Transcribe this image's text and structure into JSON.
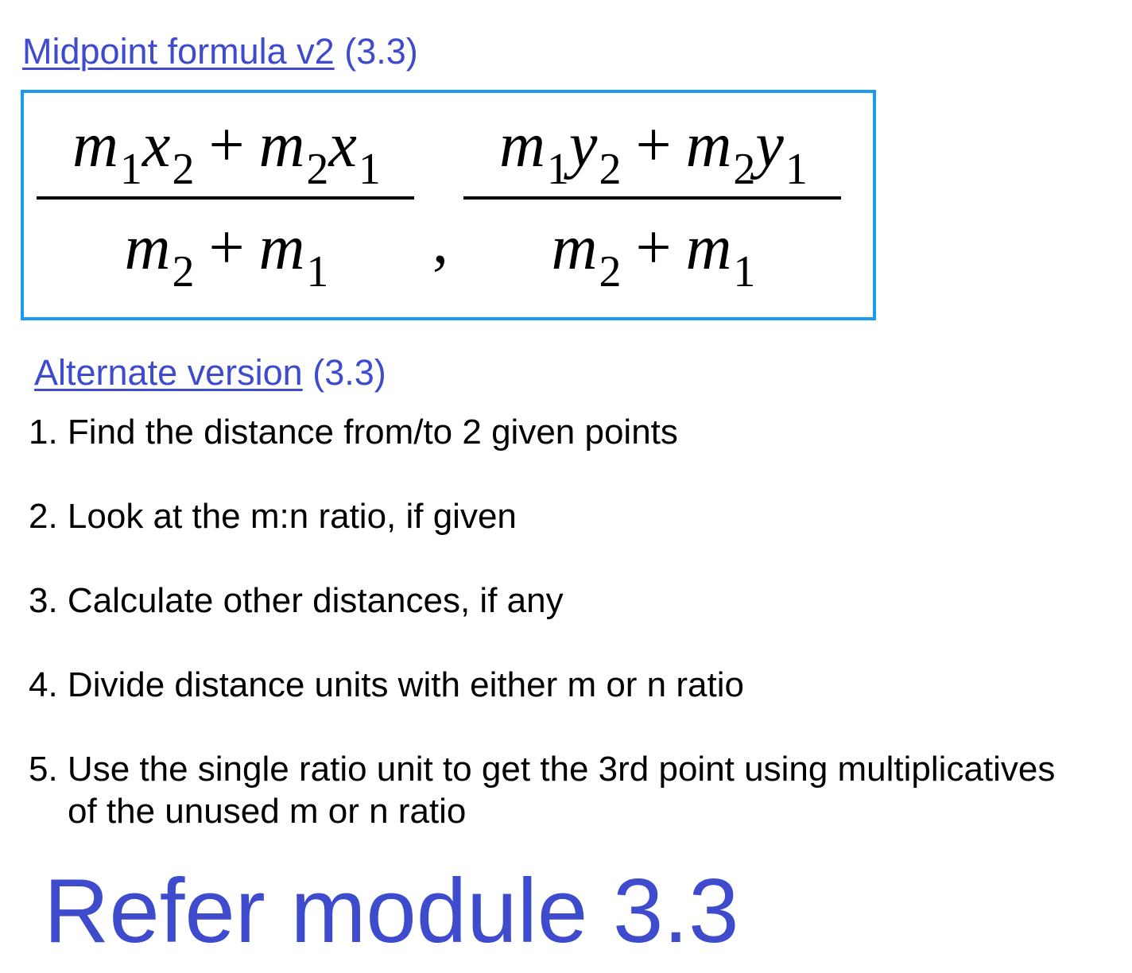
{
  "title": {
    "link_text": "Midpoint formula v2",
    "suffix": "(3.3)"
  },
  "formula": {
    "fractions": [
      {
        "numerator": [
          {
            "base": "m",
            "sub": "1"
          },
          {
            "base": "x",
            "sub": "2"
          },
          {
            "op": "+"
          },
          {
            "base": "m",
            "sub": "2"
          },
          {
            "base": "x",
            "sub": "1"
          }
        ],
        "denominator": [
          {
            "base": "m",
            "sub": "2"
          },
          {
            "op": "+"
          },
          {
            "base": "m",
            "sub": "1"
          }
        ]
      },
      {
        "numerator": [
          {
            "base": "m",
            "sub": "1"
          },
          {
            "base": "y",
            "sub": "2"
          },
          {
            "op": "+"
          },
          {
            "base": "m",
            "sub": "2"
          },
          {
            "base": "y",
            "sub": "1"
          }
        ],
        "denominator": [
          {
            "base": "m",
            "sub": "2"
          },
          {
            "op": "+"
          },
          {
            "base": "m",
            "sub": "1"
          }
        ]
      }
    ],
    "separator": ","
  },
  "alternate": {
    "link_text": "Alternate version",
    "suffix": "(3.3)"
  },
  "steps": [
    "1. Find the distance from/to 2 given points",
    "2. Look at the m:n ratio, if given",
    "3. Calculate other distances, if any",
    "4. Divide distance units with either m or n ratio",
    "5. Use the single ratio unit to get the 3rd point using multiplicatives"
  ],
  "step5_continuation": "of the unused m or n ratio",
  "refer": "Refer module 3.3",
  "colors": {
    "link": "#3d4bcc",
    "box_border": "#1a9af0"
  }
}
